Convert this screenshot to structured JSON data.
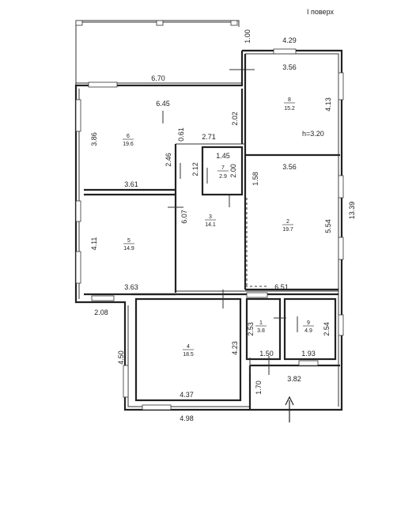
{
  "title": "I поверх",
  "ceiling_height": "h=3.20",
  "rooms": [
    {
      "id": "r1",
      "number": "1",
      "area": "3.8"
    },
    {
      "id": "r2",
      "number": "2",
      "area": "19.7"
    },
    {
      "id": "r3",
      "number": "3",
      "area": "14.1"
    },
    {
      "id": "r4",
      "number": "4",
      "area": "18.5"
    },
    {
      "id": "r5",
      "number": "5",
      "area": "14.9"
    },
    {
      "id": "r6",
      "number": "6",
      "area": "19.6"
    },
    {
      "id": "r7",
      "number": "7",
      "area": "2.9"
    },
    {
      "id": "r8",
      "number": "8",
      "area": "15.2"
    },
    {
      "id": "r9",
      "number": "9",
      "area": "4.9"
    }
  ],
  "dimensions": {
    "terrace_width": "6.70",
    "terrace_depth": "1.00",
    "top_right_width": "4.29",
    "r8_width": "3.56",
    "r8_height": "4.13",
    "r6_width": "6.45",
    "r6_height_left": "3.86",
    "r6_height_right": "2.02",
    "r6_width_bottom": "3.61",
    "r6_step": "2.46",
    "corr_small": "0.61",
    "corr_width": "2.71",
    "r7_width": "1.45",
    "r7_height": "2.00",
    "r7_height_left": "2.12",
    "r2_width": "3.56",
    "r2_height": "5.54",
    "r2_side": "1.58",
    "overall_height": "13.39",
    "r3_height": "6.07",
    "r5_height": "4.11",
    "r5_width": "3.63",
    "porch_width": "2.08",
    "mid_width": "6.51",
    "r1_height": "2.53",
    "r9_height": "2.54",
    "r1_width": "1.50",
    "r9_width": "1.93",
    "r4_height_left": "4.50",
    "r4_height_right": "4.23",
    "r4_width": "4.37",
    "bottom_width": "4.98",
    "entry_width": "3.82",
    "entry_depth": "1.70"
  }
}
